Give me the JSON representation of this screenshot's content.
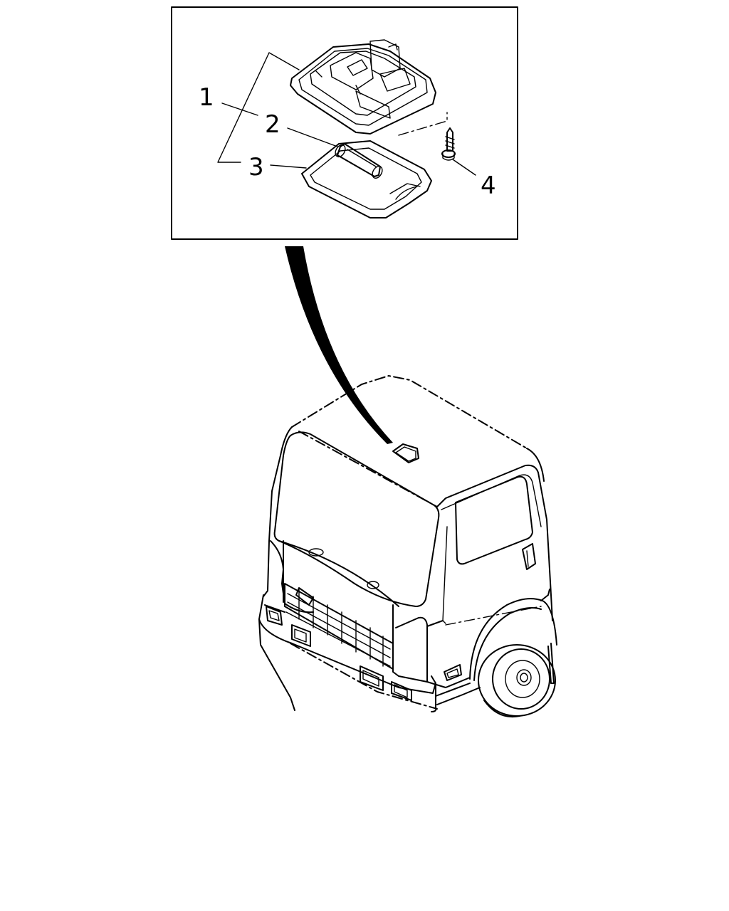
{
  "diagram": {
    "callouts": [
      {
        "id": "1",
        "label": "1"
      },
      {
        "id": "2",
        "label": "2"
      },
      {
        "id": "3",
        "label": "3"
      },
      {
        "id": "4",
        "label": "4"
      }
    ],
    "colors": {
      "line": "#000000",
      "background": "#ffffff"
    },
    "parts": [
      {
        "callout": "1",
        "shape": "dome-lamp-housing"
      },
      {
        "callout": "2",
        "shape": "festoon-bulb"
      },
      {
        "callout": "3",
        "shape": "lamp-lens"
      },
      {
        "callout": "4",
        "shape": "tapping-screw"
      }
    ],
    "context": {
      "shape": "truck-cab",
      "marker": "lamp-location-on-roof"
    }
  }
}
